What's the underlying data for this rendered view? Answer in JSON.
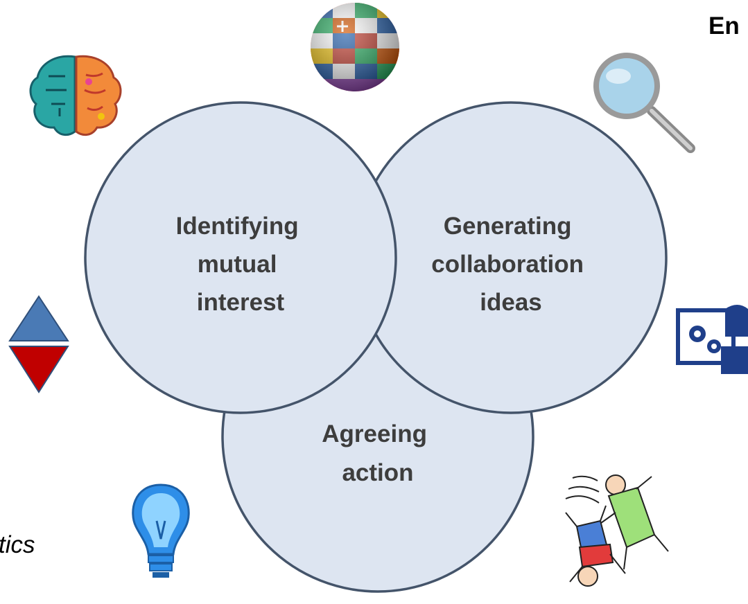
{
  "circles": [
    {
      "id": "left",
      "lines": [
        "Identifying",
        "mutual",
        "interest"
      ]
    },
    {
      "id": "right",
      "lines": [
        "Generating",
        "collaboration",
        "ideas"
      ]
    },
    {
      "id": "bottom",
      "lines": [
        "Agreeing",
        "action"
      ]
    }
  ],
  "edge_text": {
    "top_right": "En",
    "left": "tics"
  },
  "colors": {
    "circle_fill": "#dde5f1",
    "circle_stroke": "#44546a",
    "label": "#3d3d3d",
    "arrow_up": "#4a7ab5",
    "arrow_down": "#c00000"
  },
  "icons": [
    "brain-icon",
    "globe-flags-icon",
    "magnifier-icon",
    "up-down-arrows-icon",
    "engineer-gears-icon",
    "lightbulb-icon",
    "kids-playing-icon"
  ]
}
